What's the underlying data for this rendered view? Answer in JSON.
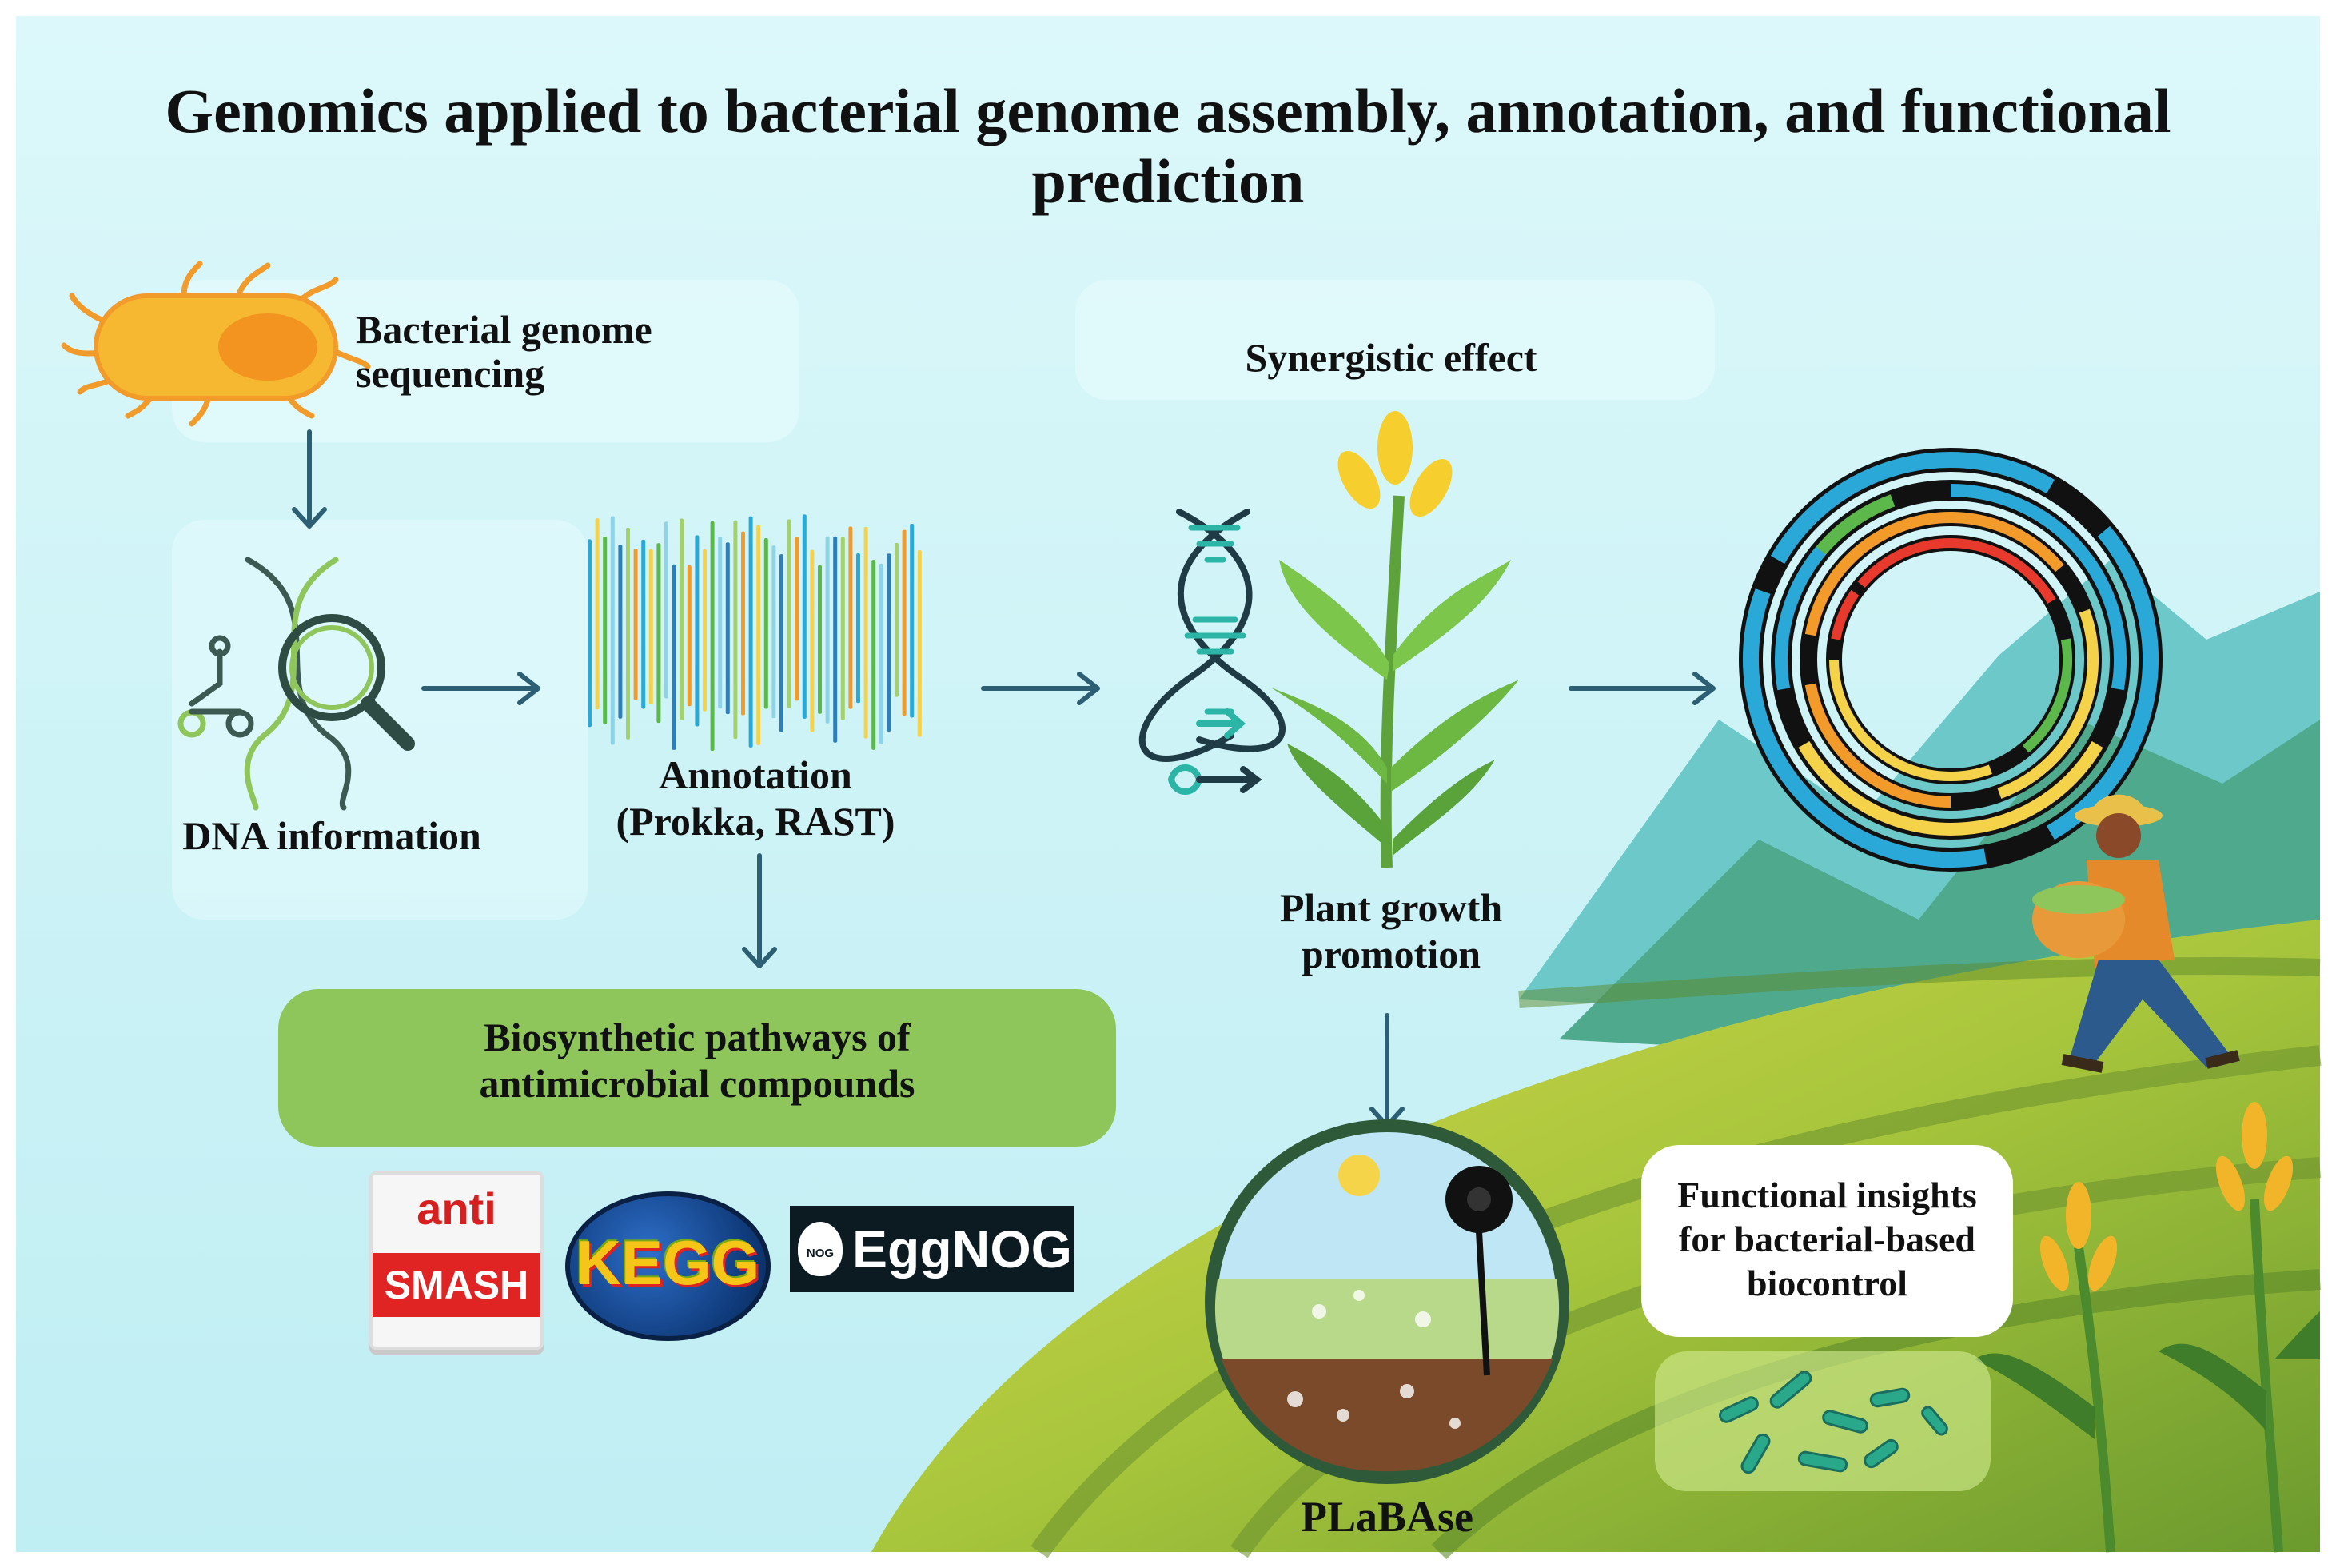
{
  "title": "Genomics applied to bacterial genome assembly, annotation, and functional prediction",
  "labels": {
    "sequencing": "Bacterial  genome sequencing",
    "dna": "DNA information",
    "annotation_line1": "Annotation",
    "annotation_line2": "(Prokka, RAST)",
    "synergy": "Synergistic effect",
    "plant_line1": "Plant growth",
    "plant_line2": "promotion",
    "biosynthetic_line1": "Biosynthetic pathways of",
    "biosynthetic_line2": "antimicrobial compounds",
    "functional_line1": "Functional insights",
    "functional_line2": "for bacterial-based",
    "functional_line3": "biocontrol",
    "plabase": "PLaBAse"
  },
  "logos": {
    "antismash_top": "anti",
    "antismash_bottom": "SMASH",
    "kegg": "KEGG",
    "eggnog_icon": "NOG",
    "eggnog": "EggNOG"
  },
  "colors": {
    "sky": "#cdf3f6",
    "arrow": "#2c5e74",
    "green_box": "#8fc65c",
    "field": "#9ec33a",
    "ring_blue": "#2aa8d8",
    "ring_red": "#e83a2c",
    "ring_orange": "#f29a2a",
    "ring_yellow": "#f4d24a",
    "ring_green": "#5cb84a"
  }
}
